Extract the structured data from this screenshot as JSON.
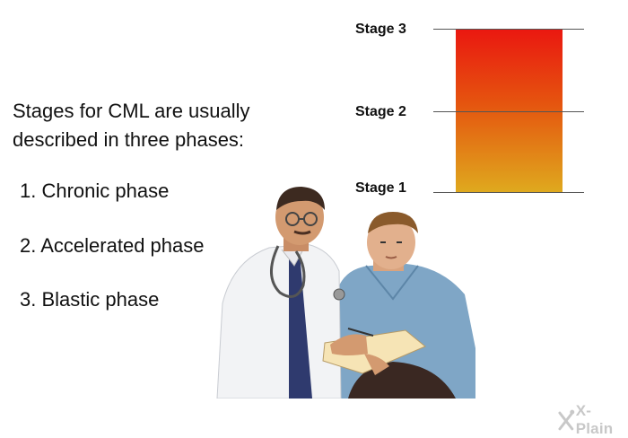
{
  "intro": "Stages for CML are usually described in three phases:",
  "phases": [
    {
      "label": "1. Chronic phase"
    },
    {
      "label": "2. Accelerated phase"
    },
    {
      "label": "3. Blastic phase"
    }
  ],
  "stage_scale": {
    "labels": [
      "Stage 3",
      "Stage 2",
      "Stage 1"
    ],
    "gradient_colors": [
      "#ea1810",
      "#e5540f",
      "#dfaa1e"
    ]
  },
  "illustration": {
    "icon": "doctor-and-patient-illustration"
  },
  "brand": {
    "name": "X-Plain",
    "icon": "x-plain-logo-icon"
  }
}
